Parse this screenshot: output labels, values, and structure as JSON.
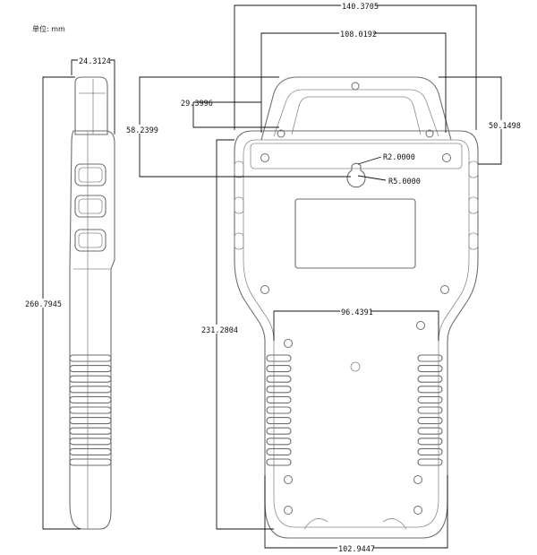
{
  "unit_label": "单位: mm",
  "dimensions": {
    "top_width": "140.3705",
    "handle_outer_width": "108.0192",
    "side_thickness": "24.3124",
    "handle_height": "29.3996",
    "hanger_offset": "58.2399",
    "right_top_height": "50.1498",
    "slot_small_radius": "R2.0000",
    "slot_large_radius": "R5.0000",
    "side_total_height": "260.7945",
    "front_height": "231.2804",
    "grip_inner_width": "96.4391",
    "bottom_width": "102.9447"
  }
}
